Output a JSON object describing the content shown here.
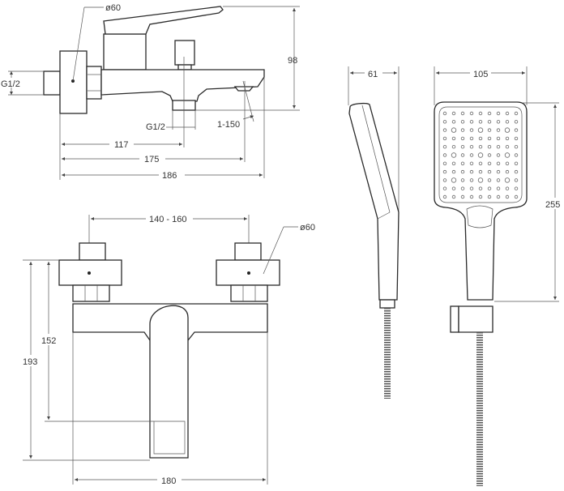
{
  "title": "Bath mixer and hand shower dimension drawing",
  "side_view": {
    "diameter": "ø60",
    "inlet_thread": "G1/2",
    "outlet_thread": "G1/2",
    "height": "98",
    "angle": "1-150",
    "dim_117": "117",
    "dim_175": "175",
    "dim_186": "186"
  },
  "front_view": {
    "centers": "140 - 160",
    "diameter": "ø60",
    "dim_152": "152",
    "dim_193": "193",
    "width": "180"
  },
  "hand_shower": {
    "depth": "61",
    "width": "105",
    "length": "255"
  }
}
